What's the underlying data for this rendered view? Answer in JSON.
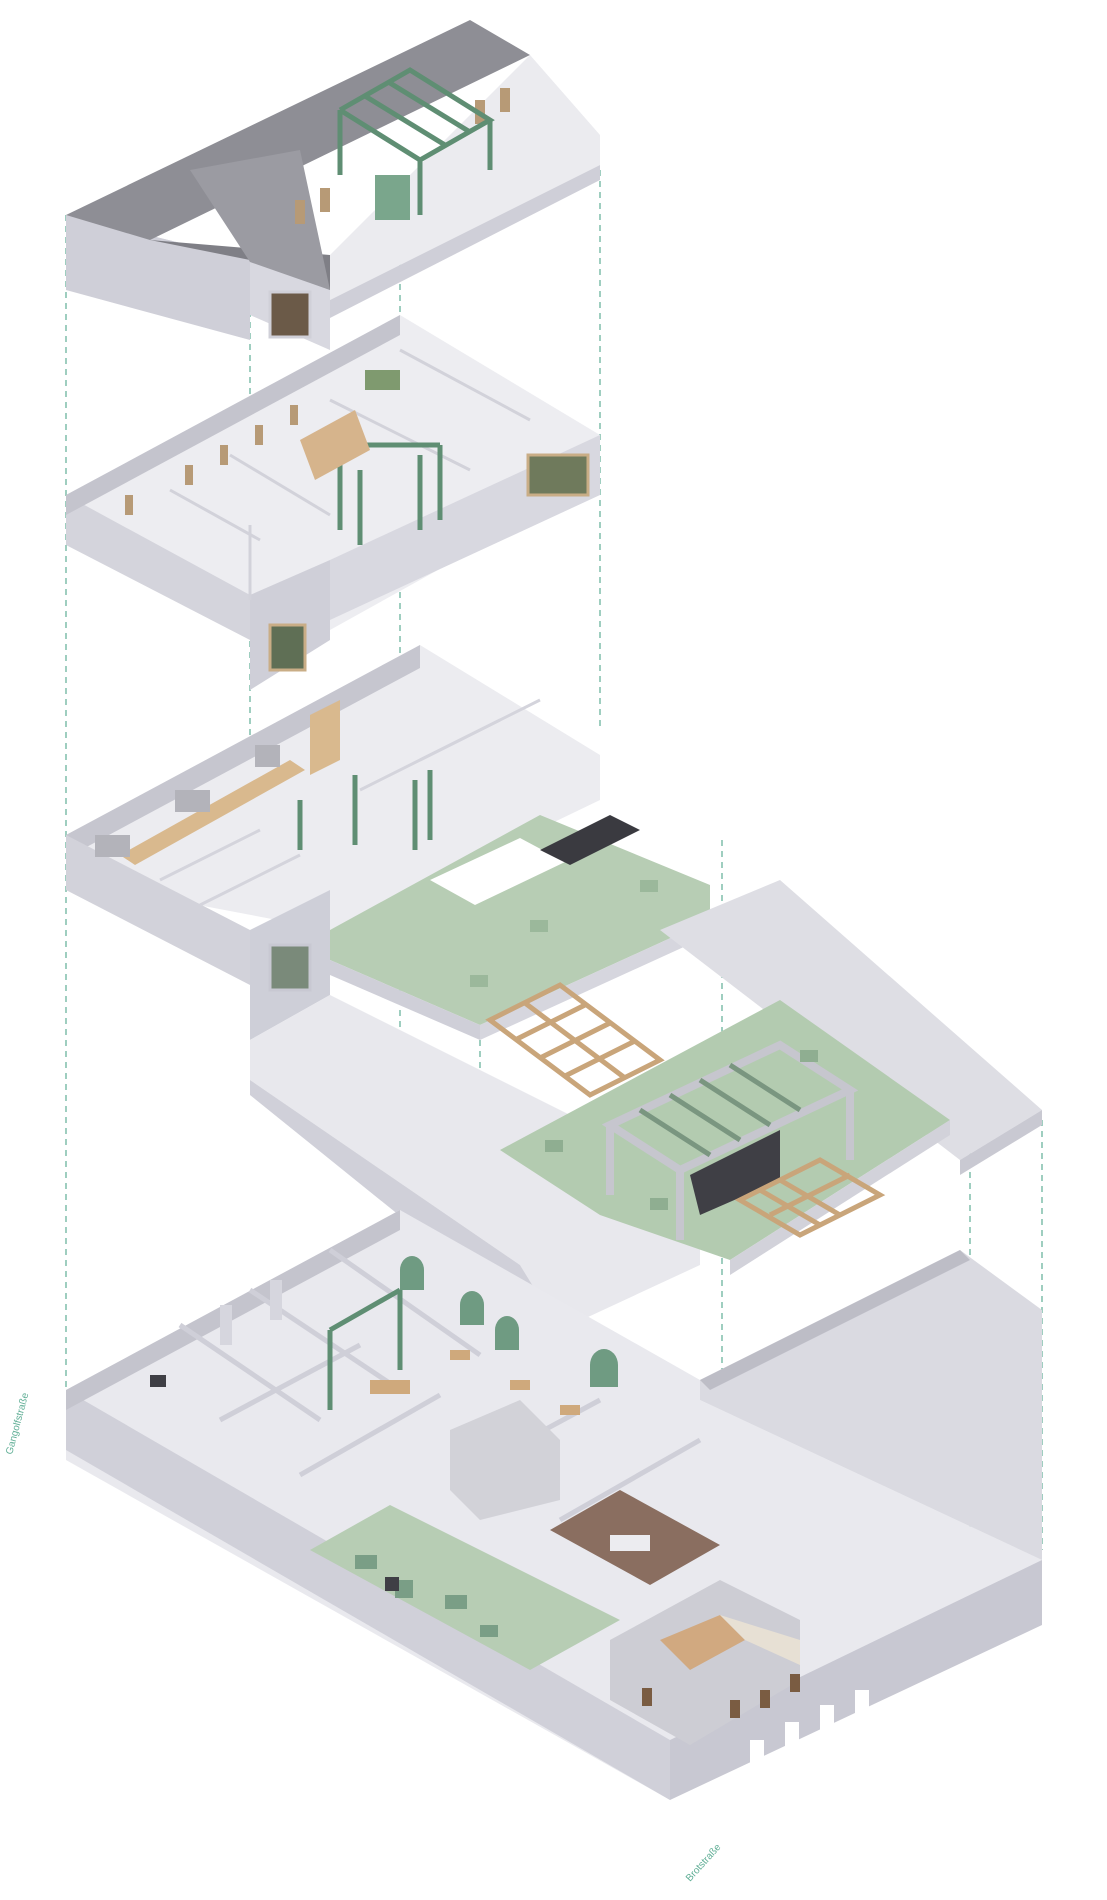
{
  "labels": {
    "street_left": "Gangolfstraße",
    "street_bottom": "Brotstraße"
  },
  "colors": {
    "wall": "#dcdce3",
    "wall_dark": "#c8c8d2",
    "floor": "#eeeef1",
    "roof": "#9a9aa0",
    "green_frame": "#5f8e73",
    "green_planting": "#a8c3a4",
    "wood": "#d6b48c",
    "guide_line": "#5fae95",
    "street_text": "#5fae95"
  },
  "layers": [
    {
      "id": "roof",
      "description_icon": "roof-icon"
    },
    {
      "id": "upper-floor"
    },
    {
      "id": "first-floor-with-terraces"
    },
    {
      "id": "ground-floor"
    }
  ]
}
